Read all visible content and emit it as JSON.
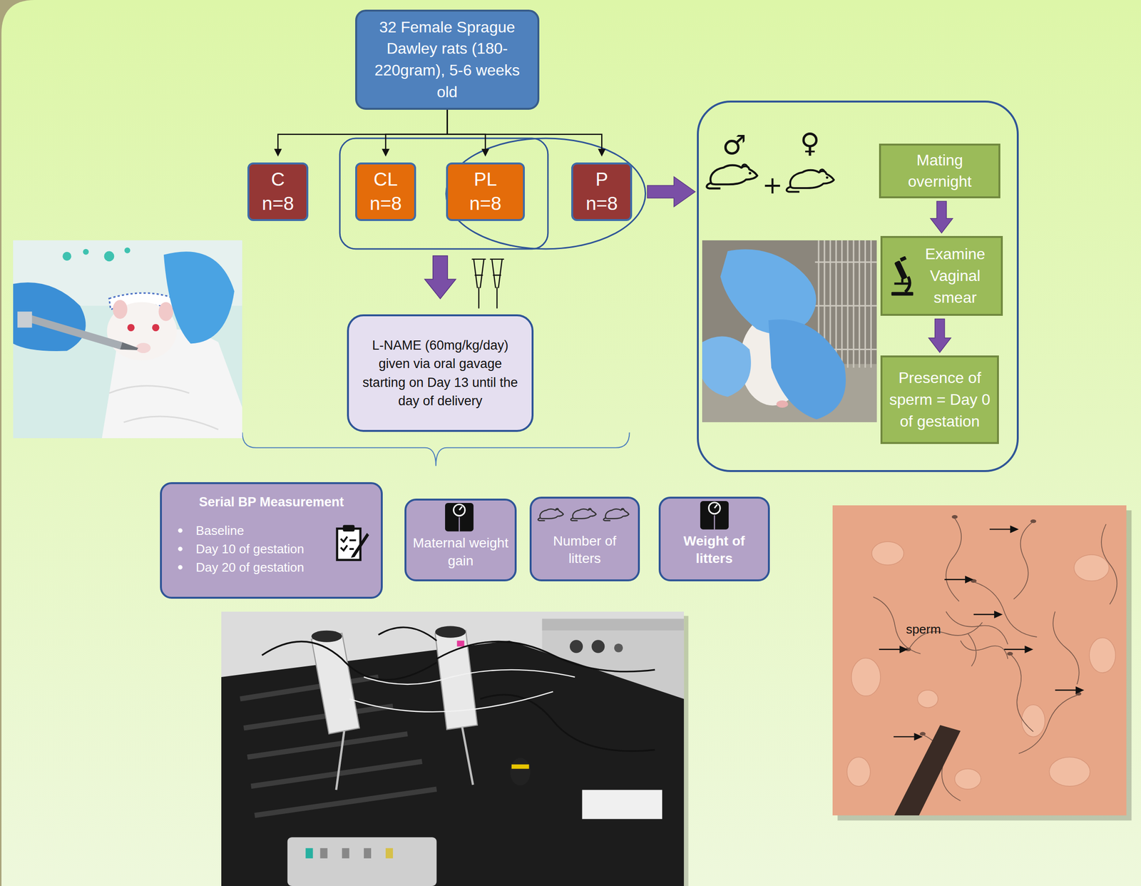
{
  "diagram": {
    "nodes": [
      {
        "text": [
          "32 Female Sprague Dawley rats (180-220gram), 5-6 weeks old"
        ]
      },
      {
        "text": [
          "C",
          "n=8"
        ]
      },
      {
        "text": [
          "CL",
          "n=8"
        ]
      },
      {
        "text": [
          "PL",
          "n=8"
        ]
      },
      {
        "text": [
          "P",
          "n=8"
        ]
      },
      {
        "text": [
          "♂",
          "+",
          "♀"
        ]
      },
      {
        "text": [
          "Mating overnight"
        ],
        "in": 5
      },
      {
        "text": [
          "Examine Vaginal smear"
        ],
        "in": 5
      },
      {
        "text": [
          "Presence of sperm = Day 0 of gestation"
        ],
        "in": 5
      },
      {
        "text": [
          "L-NAME (60mg/kg/day) given via oral gavage starting on Day 13 until the day of delivery"
        ]
      },
      {
        "text": [
          "Serial BP Measurement",
          "Baseline",
          "Day 10 of gestation",
          "Day 20 of gestation"
        ]
      },
      {
        "text": [
          "Maternal weight gain"
        ]
      },
      {
        "text": [
          "Number of litters"
        ]
      },
      {
        "text": [
          "Weight of litters"
        ]
      }
    ],
    "edges": [
      {
        "from": 0,
        "to": 1,
        "arrow": "to"
      },
      {
        "from": 0,
        "to": 2,
        "arrow": "to"
      },
      {
        "from": 0,
        "to": 3,
        "arrow": "to"
      },
      {
        "from": 0,
        "to": 4,
        "arrow": "to"
      },
      {
        "from": 4,
        "to": 5,
        "arrow": "to"
      },
      {
        "from": 6,
        "to": 7,
        "arrow": "to"
      },
      {
        "from": 7,
        "to": 8,
        "arrow": "to"
      },
      {
        "from": 2,
        "to": 9,
        "arrow": "to"
      },
      {
        "from": 3,
        "to": 9,
        "arrow": "to"
      }
    ],
    "labels": [
      "sperm"
    ]
  }
}
